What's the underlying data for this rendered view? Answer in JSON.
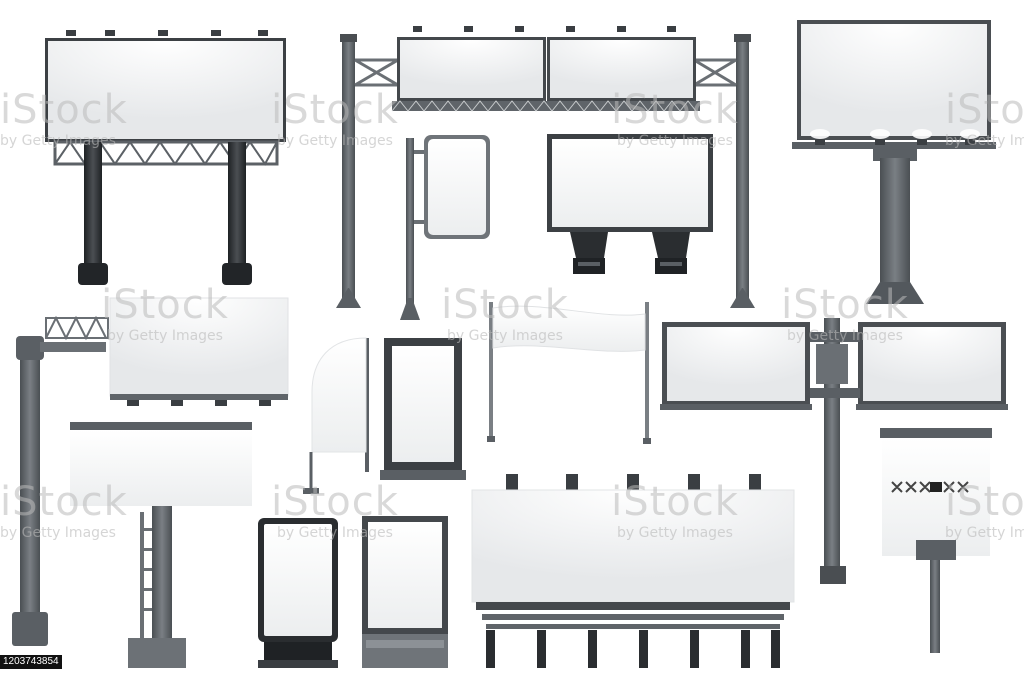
{
  "image": {
    "subject": "billboard-and-signage-mockup-set",
    "palette": {
      "dark": "#555a5e",
      "mid": "#6e7378",
      "light": "#8c9196",
      "panel": "#f3f4f5",
      "background": "#ffffff"
    }
  },
  "watermark": {
    "brand": "iStock",
    "credit": "by Getty Images"
  },
  "stock_id": "1203743854"
}
